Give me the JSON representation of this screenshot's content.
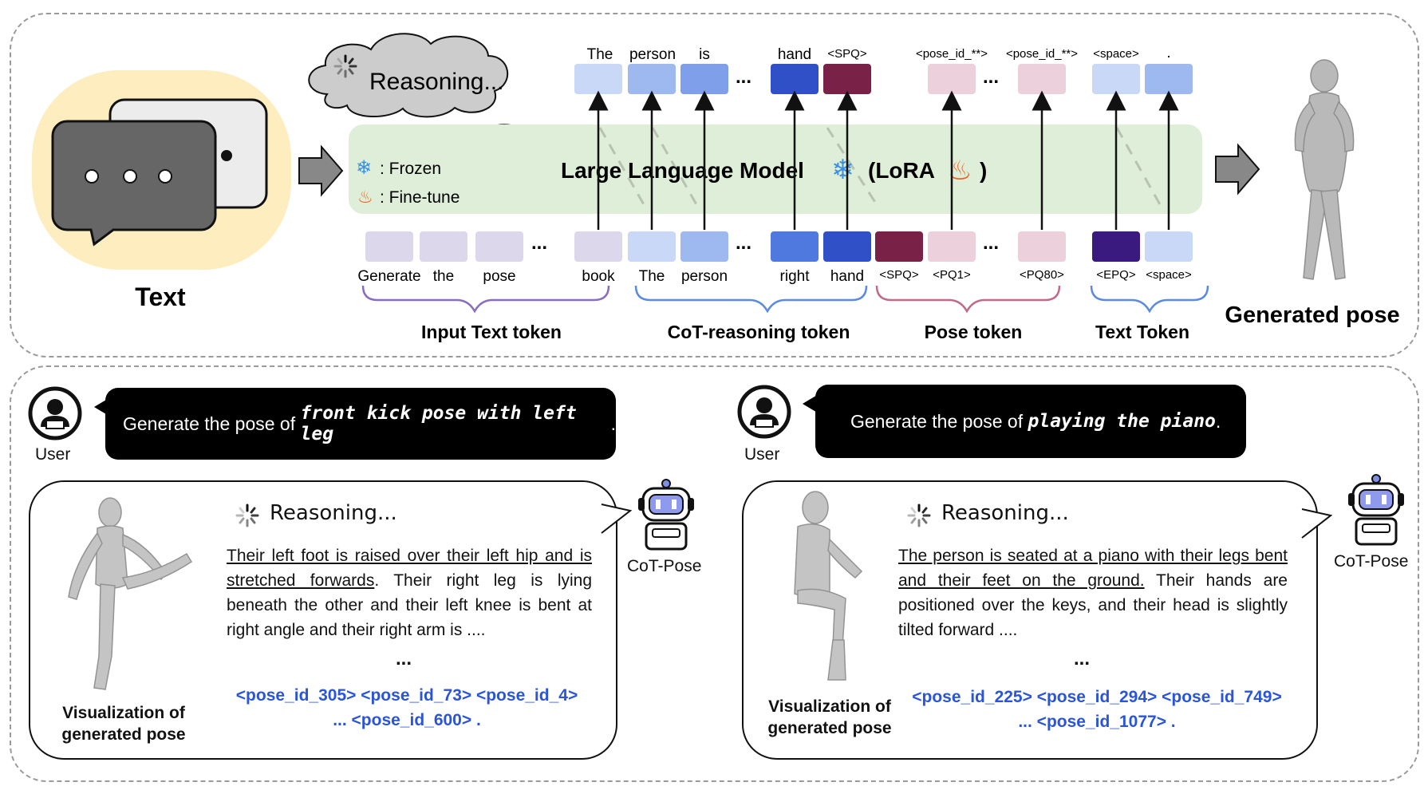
{
  "top": {
    "text_label": "Text",
    "reasoning_cloud": "Reasoning...",
    "legend_frozen": ": Frozen",
    "legend_finetune": ": Fine-tune",
    "llm_label": "Large Language Model",
    "lora_label": "(LoRA",
    "lora_close": ")",
    "output_tokens": [
      "The",
      "person",
      "is",
      "hand",
      "<SPQ>",
      "<pose_id_**>",
      "<pose_id_**>",
      "<space>",
      "."
    ],
    "input_tokens": [
      "Generate",
      "the",
      "pose",
      "book",
      "The",
      "person",
      "right",
      "hand",
      "<SPQ>",
      "<PQ1>",
      "<PQ80>",
      "<EPQ>",
      "<space>"
    ],
    "ellipsis": "...",
    "groups": [
      "Input Text token",
      "CoT-reasoning token",
      "Pose token",
      "Text Token"
    ],
    "generated_label": "Generated pose"
  },
  "examples": [
    {
      "user_label": "User",
      "prompt_prefix": "Generate the pose of ",
      "prompt_emph": "front kick pose with left leg",
      "prompt_end": ".",
      "reasoning_title": "Reasoning...",
      "reasoning_underlined": "Their left foot is raised over their left hip and is stretched forwards",
      "reasoning_rest": ". Their right leg is lying beneath the other and their left knee is bent at right angle and their right arm is ....",
      "ellipsis": "...",
      "pose_ids_line1": "<pose_id_305> <pose_id_73> <pose_id_4>",
      "pose_ids_line2": "... <pose_id_600> .",
      "vis_label": "Visualization of generated pose",
      "bot_label": "CoT-Pose"
    },
    {
      "user_label": "User",
      "prompt_prefix": "Generate the pose of ",
      "prompt_emph": "playing the piano",
      "prompt_end": ".",
      "reasoning_title": "Reasoning...",
      "reasoning_underlined": "The person is seated at a piano with their legs bent and their feet on the ground.",
      "reasoning_rest": " Their hands are positioned over the keys, and their head is slightly tilted forward ....",
      "ellipsis": "...",
      "pose_ids_line1": "<pose_id_225> <pose_id_294> <pose_id_749>",
      "pose_ids_line2": "... <pose_id_1077> .",
      "vis_label": "Visualization of generated pose",
      "bot_label": "CoT-Pose"
    }
  ],
  "colors": {
    "llm_box": "#dfeed8",
    "input_token": "#ddd7ec",
    "light_blue": "#c8d8f6",
    "mid_blue": "#9db9f0",
    "blue": "#4f79de",
    "dark_blue": "#3050c8",
    "maroon": "#7a2148",
    "pink": "#ecd1dc",
    "indigo": "#3b1a80",
    "pose_id_blue": "#2b55d8"
  }
}
